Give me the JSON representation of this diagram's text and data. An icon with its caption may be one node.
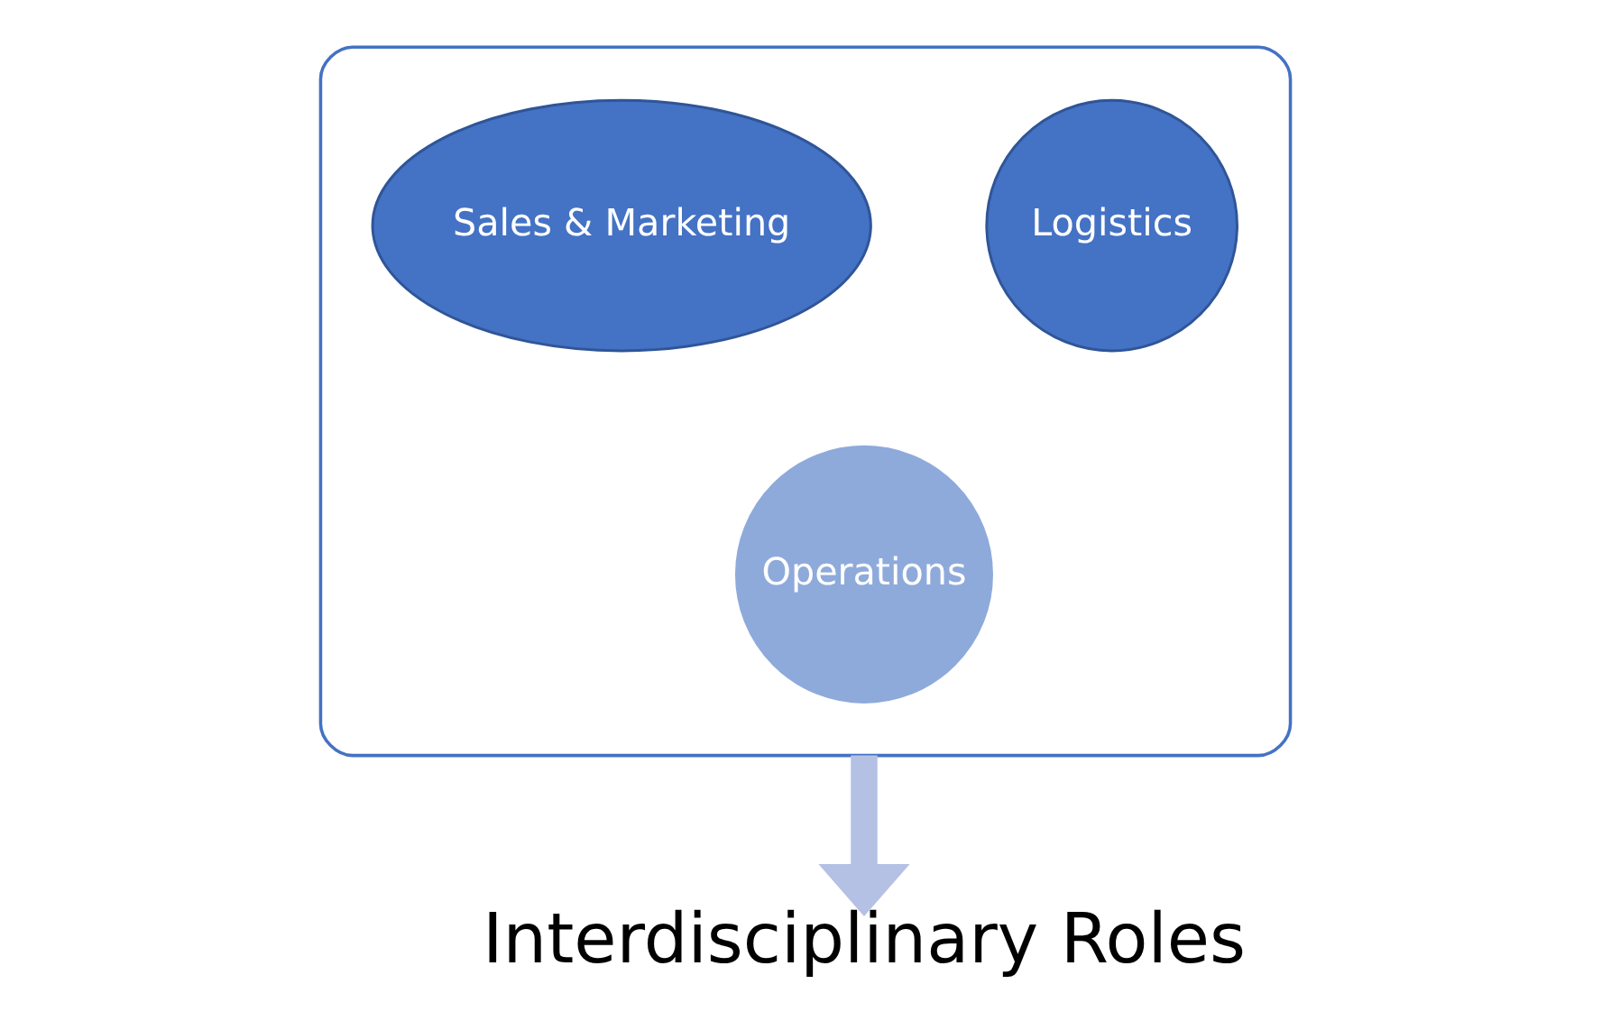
{
  "diagram": {
    "nodes": [
      {
        "text": [],
        "shape": "funnel"
      },
      {
        "text": [
          "Sales & Marketing"
        ],
        "in": 0
      },
      {
        "text": [
          "Logistics"
        ],
        "in": 0
      },
      {
        "text": [
          "Operations"
        ],
        "in": 0
      },
      {
        "text": [
          "Interdisciplinary Roles"
        ]
      }
    ],
    "edges": [
      {
        "from": 0,
        "to": 4,
        "arrow": "to",
        "color": "#b4c1e4"
      }
    ]
  }
}
